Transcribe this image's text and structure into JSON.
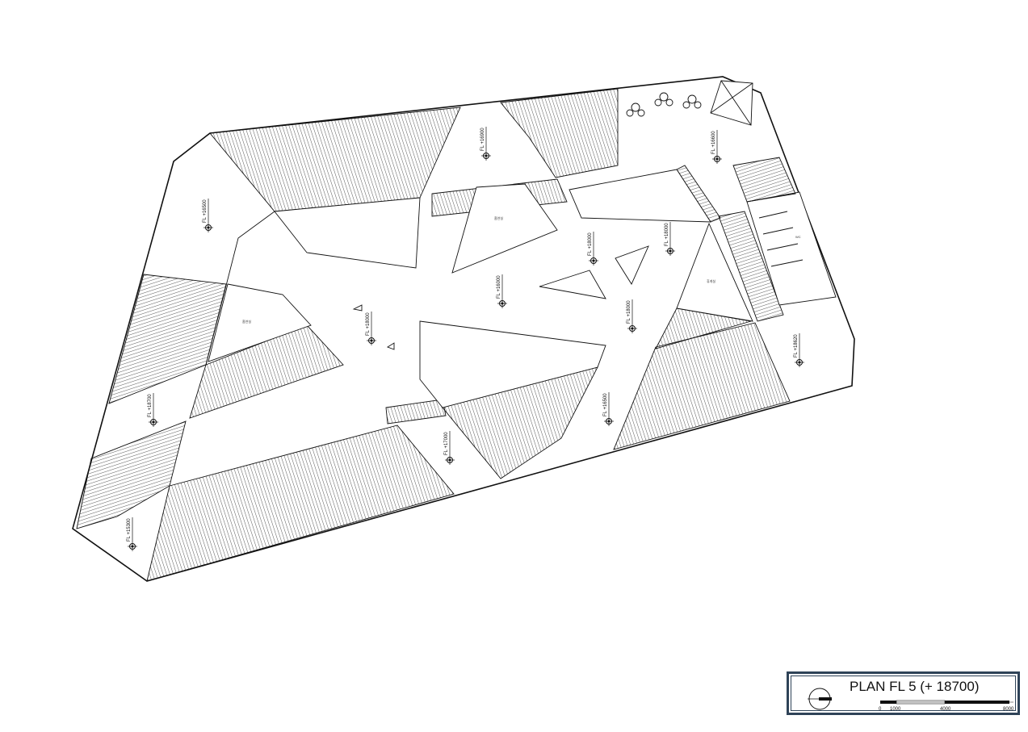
{
  "title_block": {
    "title": "PLAN FL 5 (+ 18700)",
    "scale": [
      "0",
      "1000",
      "4000",
      "8000"
    ]
  },
  "levels": [
    "FL +16500",
    "FL +16900",
    "FL +16600",
    "FL +18000",
    "FL +18000",
    "FL +16000",
    "FL +18000",
    "FL +18000",
    "FL +18700",
    "FL +16500",
    "FL +17000",
    "FL +18620",
    "FL +15300"
  ],
  "room_labels": [
    "흡연실",
    "WC",
    "휴게실"
  ],
  "line_color": "#111111",
  "frame_color": "#2f4358"
}
